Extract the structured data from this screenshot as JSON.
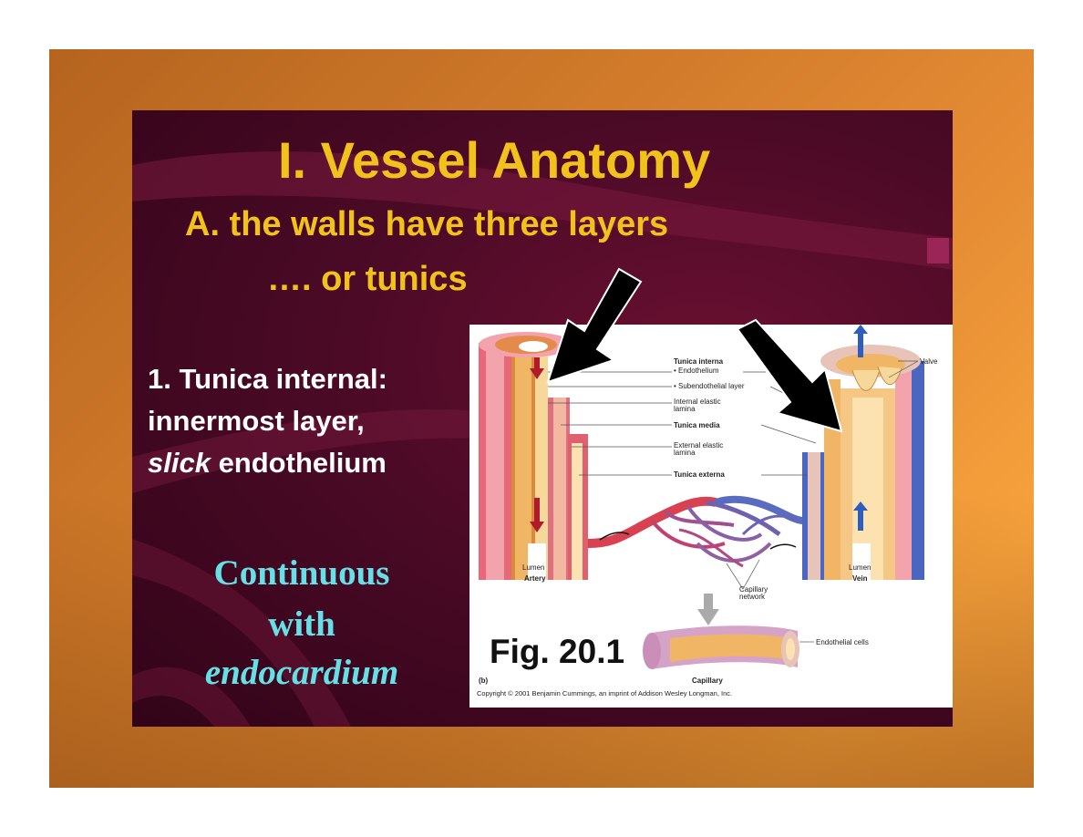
{
  "slide": {
    "title": "I. Vessel Anatomy",
    "subtitle_line1": "A. the walls have three layers",
    "subtitle_line2": "…. or tunics",
    "point_line1": "1. Tunica internal:",
    "point_line2": "innermost layer,",
    "point_line3_italic": "slick",
    "point_line3_rest": " endothelium",
    "continuous_line1": "Continuous",
    "continuous_line2": "with",
    "continuous_line3": "endocardium"
  },
  "figure": {
    "fig_label": "Fig. 20.1",
    "labels": {
      "tunica_interna": "Tunica interna",
      "endothelium": "• Endothelium",
      "subendothelial": "• Subendothelial layer",
      "internal_elastic_1": "Internal elastic",
      "internal_elastic_2": "lamina",
      "tunica_media": "Tunica media",
      "external_elastic_1": "External elastic",
      "external_elastic_2": "lamina",
      "tunica_externa": "Tunica externa",
      "valve": "Valve",
      "lumen_artery": "Lumen",
      "artery": "Artery",
      "lumen_vein": "Lumen",
      "vein": "Vein",
      "capillary_network_1": "Capillary",
      "capillary_network_2": "network",
      "endothelial_cells": "Endothelial cells",
      "panel_b": "(b)",
      "capillary": "Capillary",
      "copyright": "Copyright © 2001 Benjamin Cummings, an imprint of Addison Wesley Longman, Inc."
    }
  },
  "colors": {
    "title": "#f2c21c",
    "continuous": "#66e0e6",
    "slide_bg": "#4b0a26",
    "frame": "#e38a33"
  }
}
